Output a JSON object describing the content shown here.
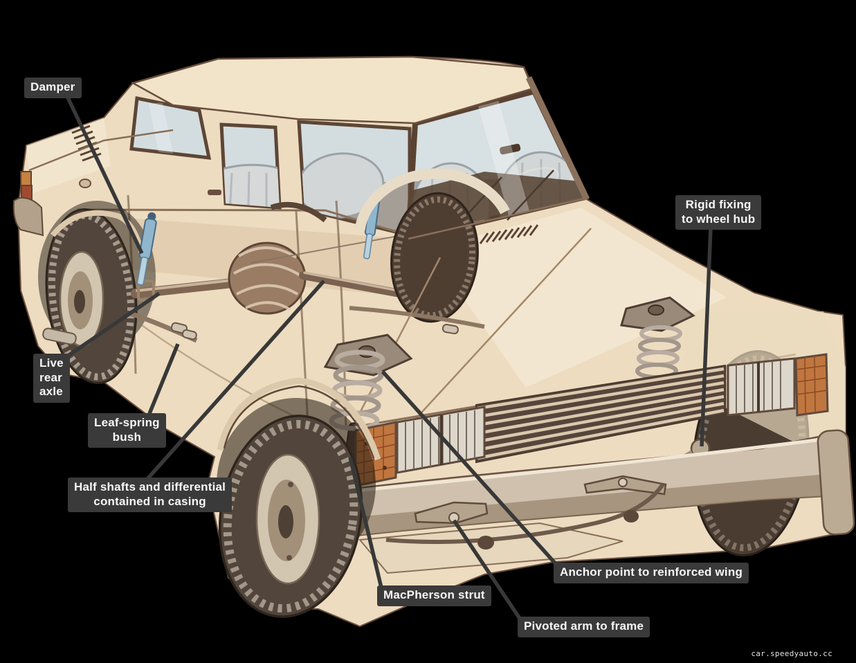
{
  "diagram": {
    "subject": "Car suspension cutaway illustration"
  },
  "labels": {
    "damper": {
      "text": "Damper"
    },
    "live_rear_axle": {
      "text": "Live\nrear\naxle"
    },
    "leaf_spring_bush": {
      "text": "Leaf-spring\nbush"
    },
    "half_shafts": {
      "text": "Half shafts and differential\ncontained in casing"
    },
    "macpherson_strut": {
      "text": "MacPherson strut"
    },
    "pivoted_arm": {
      "text": "Pivoted arm to frame"
    },
    "anchor_point": {
      "text": "Anchor point to reinforced wing"
    },
    "rigid_fixing": {
      "text": "Rigid fixing\nto wheel hub"
    }
  },
  "watermark": {
    "text": "car.speedyauto.cc"
  },
  "colors": {
    "background": "#000000",
    "label_bg": "#3a3a3a",
    "label_text": "#f7f7f7",
    "leader_line": "#383838",
    "body_cream": "#efdfc4",
    "outline_brown": "#6a4f3e",
    "glass": "#d3dde0",
    "damper_blue": "#8fb6cd",
    "amber_lamp": "#c0763f",
    "tire": "#52453b",
    "bumper": "#cfc1ad"
  }
}
